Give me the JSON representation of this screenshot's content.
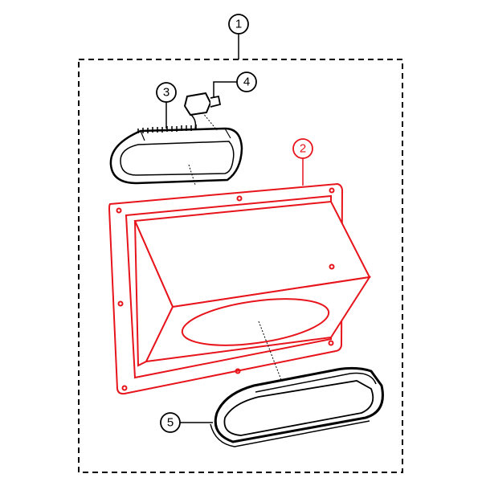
{
  "diagram": {
    "type": "exploded-parts-view",
    "callouts": [
      {
        "id": "1",
        "label": "1",
        "part": "assembly",
        "color": "#000000"
      },
      {
        "id": "2",
        "label": "2",
        "part": "vent-housing",
        "color": "#e8141b"
      },
      {
        "id": "3",
        "label": "3",
        "part": "lamp-unit",
        "color": "#000000"
      },
      {
        "id": "4",
        "label": "4",
        "part": "bulb-socket-connector",
        "color": "#000000"
      },
      {
        "id": "5",
        "label": "5",
        "part": "lens-gasket",
        "color": "#000000"
      }
    ]
  },
  "colors": {
    "highlight": "#e8141b",
    "line": "#000000",
    "fill": "#ffffff"
  }
}
